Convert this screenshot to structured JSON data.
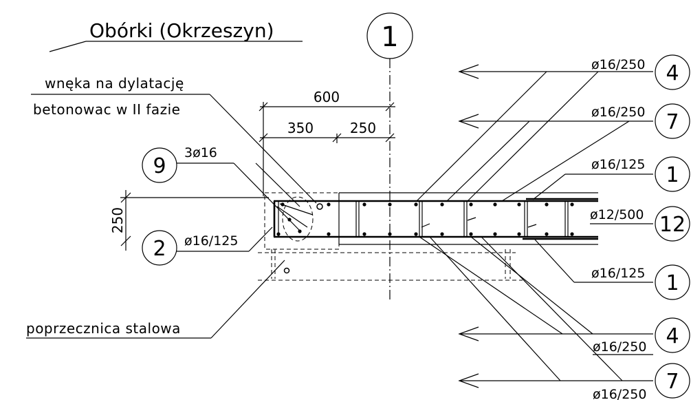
{
  "title": "Obórki (Okrzeszyn)",
  "notes": {
    "niche": "wnęka na dylatację",
    "phase": "betonowac w II fazie",
    "crossbeam": "poprzecznica stalowa"
  },
  "axis": {
    "label": "1"
  },
  "dimensions": {
    "total": "600",
    "left": "350",
    "right": "250",
    "height": "250"
  },
  "left_callouts": [
    {
      "mark": "9",
      "spec": "3ø16"
    },
    {
      "mark": "2",
      "spec": "ø16/125"
    }
  ],
  "right_callouts": [
    {
      "mark": "4",
      "spec": "ø16/250"
    },
    {
      "mark": "7",
      "spec": "ø16/250"
    },
    {
      "mark": "1",
      "spec": "ø16/125"
    },
    {
      "mark": "12",
      "spec": "ø12/500"
    },
    {
      "mark": "1",
      "spec": "ø16/125"
    },
    {
      "mark": "4",
      "spec": "ø16/250"
    },
    {
      "mark": "7",
      "spec": "ø16/250"
    }
  ]
}
